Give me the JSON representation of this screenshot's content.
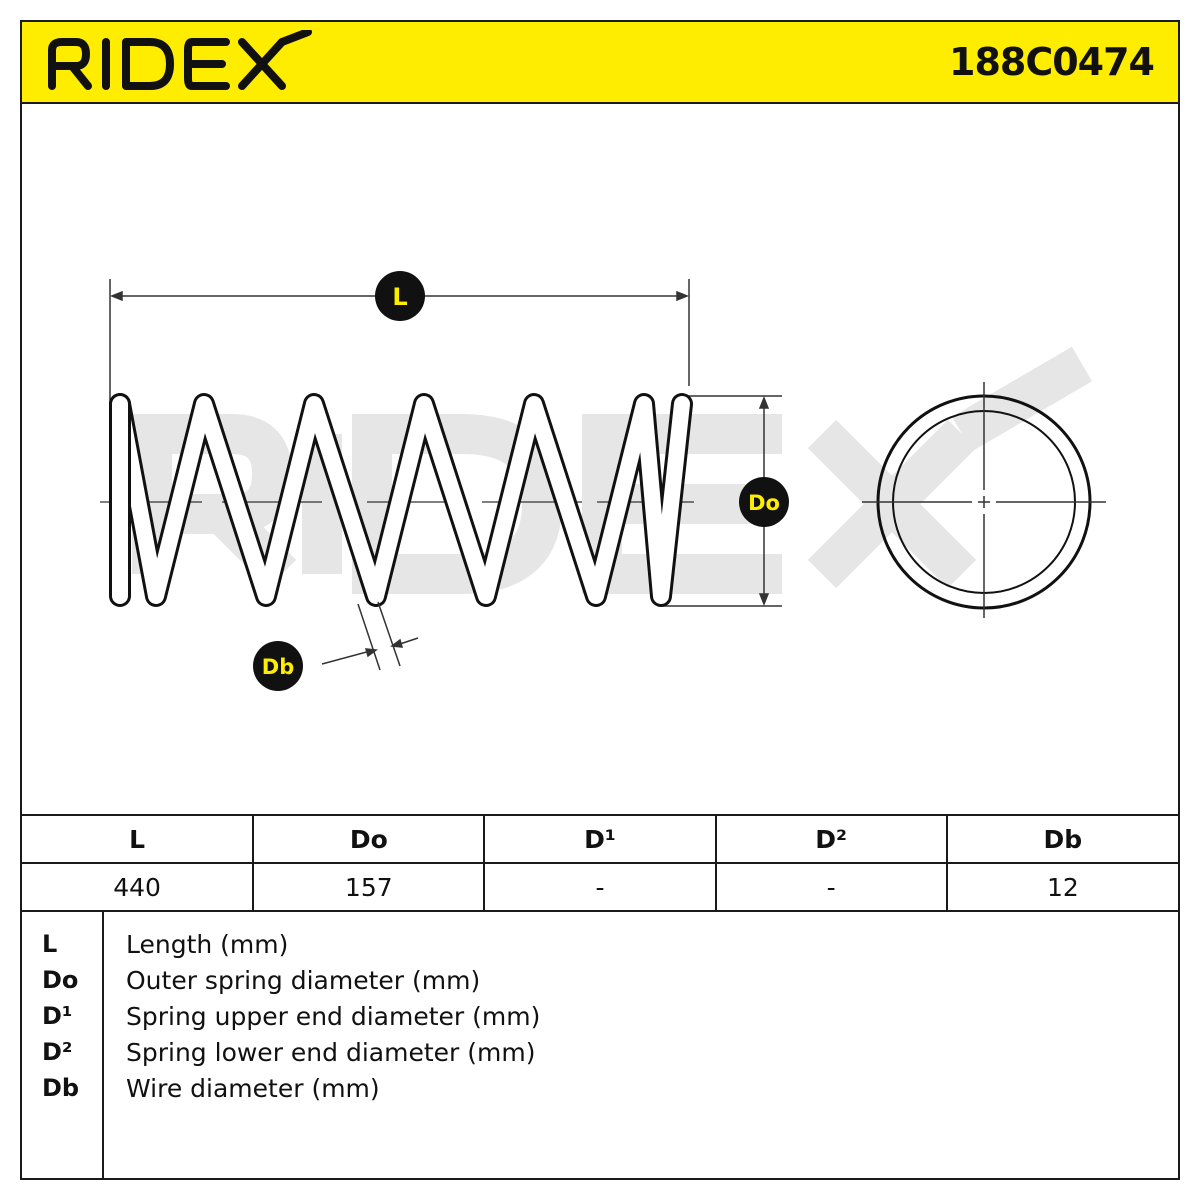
{
  "header": {
    "brand": "RIDEX",
    "part_number": "188C0474",
    "brand_color": "#ffed00"
  },
  "drawing": {
    "watermark": "RIDEX",
    "label_length": "L",
    "label_outer_diameter": "Do",
    "label_wire_diameter": "Db"
  },
  "table": {
    "headers": [
      "L",
      "Do",
      "D¹",
      "D²",
      "Db"
    ],
    "values": [
      "440",
      "157",
      "-",
      "-",
      "12"
    ]
  },
  "legend": [
    {
      "symbol": "L",
      "description": "Length (mm)"
    },
    {
      "symbol": "Do",
      "description": "Outer spring diameter (mm)"
    },
    {
      "symbol": "D¹",
      "description": "Spring upper end diameter (mm)"
    },
    {
      "symbol": "D²",
      "description": "Spring lower end diameter (mm)"
    },
    {
      "symbol": "Db",
      "description": "Wire diameter (mm)"
    }
  ]
}
